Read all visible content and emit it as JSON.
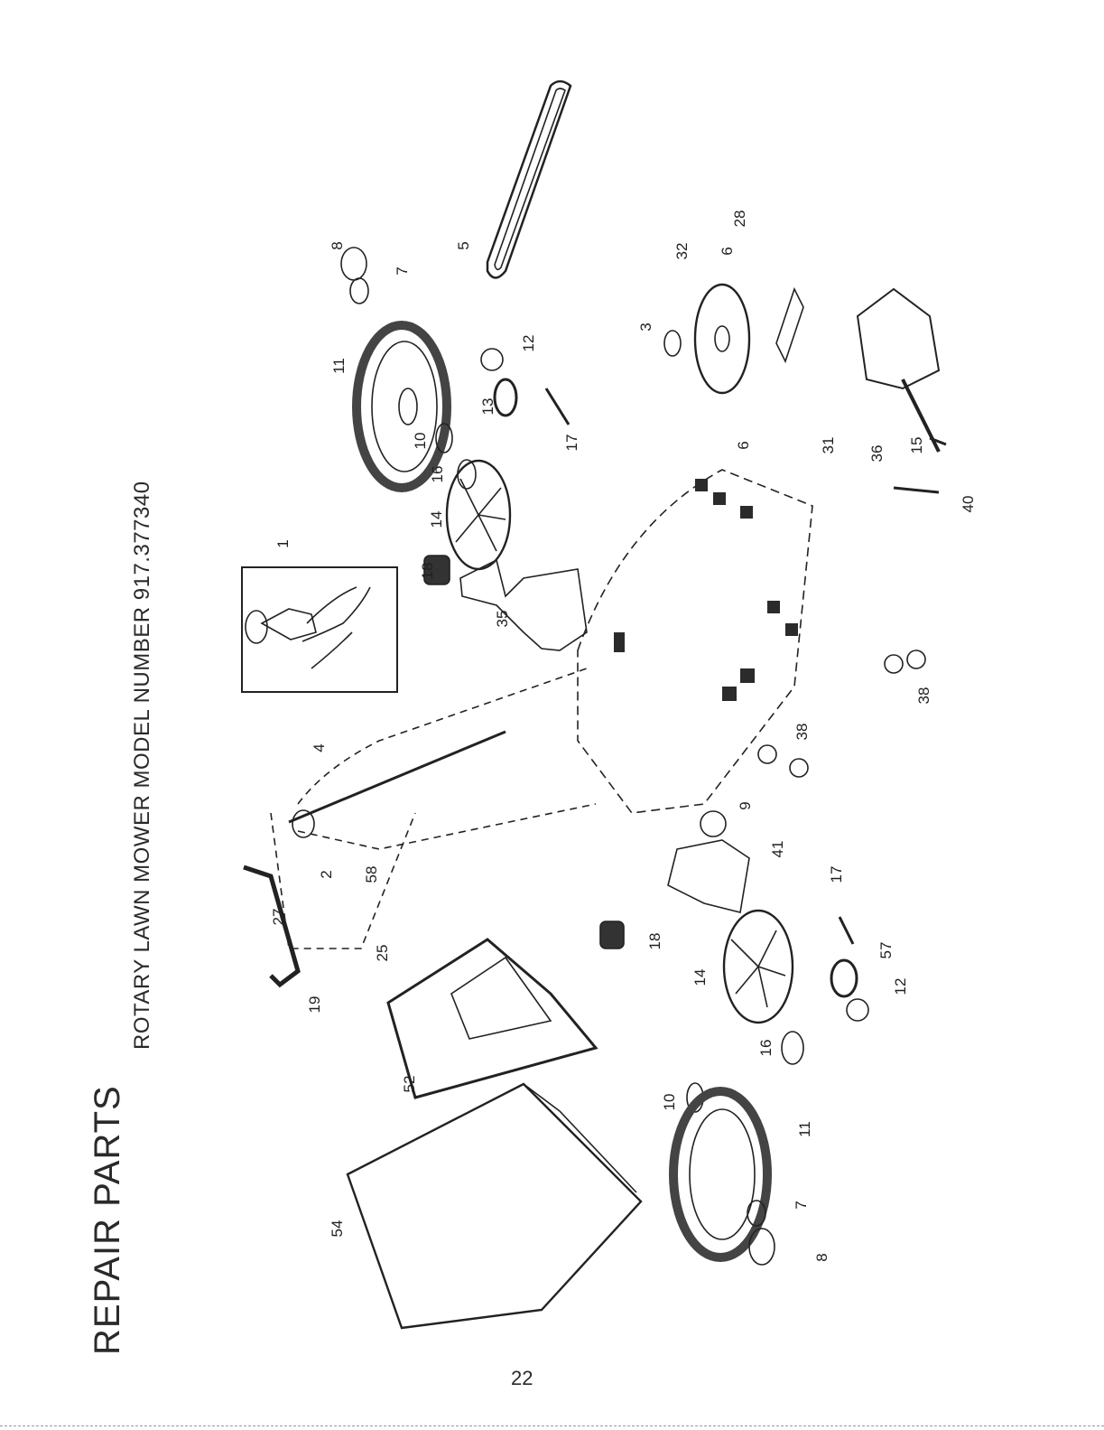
{
  "page": {
    "heading": "REPAIR PARTS",
    "subheading": "ROTARY LAWN MOWER MODEL NUMBER 917.377340",
    "page_number": "22"
  },
  "callouts": [
    {
      "label": "1"
    },
    {
      "label": "8"
    },
    {
      "label": "7"
    },
    {
      "label": "11"
    },
    {
      "label": "5"
    },
    {
      "label": "10"
    },
    {
      "label": "13"
    },
    {
      "label": "12"
    },
    {
      "label": "16"
    },
    {
      "label": "14"
    },
    {
      "label": "17"
    },
    {
      "label": "18"
    },
    {
      "label": "35"
    },
    {
      "label": "4"
    },
    {
      "label": "2"
    },
    {
      "label": "58"
    },
    {
      "label": "19"
    },
    {
      "label": "27"
    },
    {
      "label": "25"
    },
    {
      "label": "52"
    },
    {
      "label": "54"
    },
    {
      "label": "38"
    },
    {
      "label": "38"
    },
    {
      "label": "9"
    },
    {
      "label": "41"
    },
    {
      "label": "18"
    },
    {
      "label": "14"
    },
    {
      "label": "16"
    },
    {
      "label": "10"
    },
    {
      "label": "11"
    },
    {
      "label": "7"
    },
    {
      "label": "8"
    },
    {
      "label": "57"
    },
    {
      "label": "12"
    },
    {
      "label": "17"
    },
    {
      "label": "3"
    },
    {
      "label": "32"
    },
    {
      "label": "6"
    },
    {
      "label": "28"
    },
    {
      "label": "6"
    },
    {
      "label": "31"
    },
    {
      "label": "36"
    },
    {
      "label": "15"
    },
    {
      "label": "40"
    }
  ],
  "colors": {
    "ink": "#222222",
    "paper": "#ffffff",
    "shade": "#555555"
  }
}
